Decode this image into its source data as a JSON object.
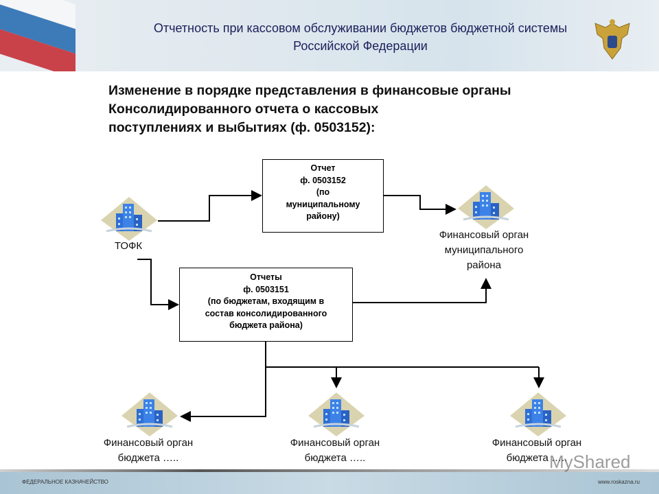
{
  "header": {
    "title": "Отчетность при кассовом обслуживании бюджетов бюджетной системы Российской Федерации",
    "emblem_icon": "double-headed-eagle-emblem"
  },
  "slide": {
    "subtitle_lines": [
      "Изменение в порядке представления в финансовые органы",
      "Консолидированного отчета о кассовых",
      "поступлениях и выбытиях (ф. 0503152):"
    ]
  },
  "diagram": {
    "box_report_152": [
      "Отчет",
      "ф. 0503152",
      "(по",
      "муниципальному",
      "району)"
    ],
    "box_reports_151": [
      "Отчеты",
      "ф. 0503151",
      "(по бюджетам, входящим в",
      "состав консолидированного",
      "бюджета района)"
    ],
    "tofk_label": "ТОФК",
    "municipal_label": [
      "Финансовый орган",
      "муниципального",
      "района"
    ],
    "budget_labels": [
      [
        "Финансовый орган",
        "бюджета ….."
      ],
      [
        "Финансовый орган",
        "бюджета ….."
      ],
      [
        "Финансовый орган",
        "бюджета ….."
      ]
    ],
    "building_icon": "building-icon",
    "colors": {
      "building": "#2f6fd6",
      "diamond": "#d9d3b0",
      "title": "#1b1f5a"
    }
  },
  "footer": {
    "left": "ФЕДЕРАЛЬНОЕ КАЗНАЧЕЙСТВО",
    "right": "www.roskazna.ru"
  },
  "watermark": "MyShared"
}
